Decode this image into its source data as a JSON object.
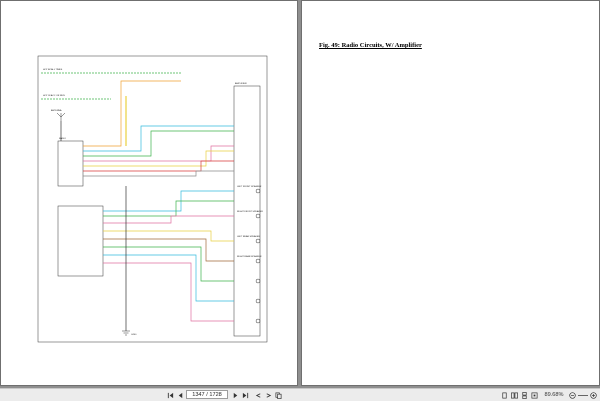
{
  "document": {
    "figure_title": "Fig. 49: Radio Circuits, W/ Amplifier",
    "diagram_labels": [
      "HOT AT ALL TIMES",
      "HOT IN ACC OR RUN",
      "RADIO",
      "AMPLIFIER",
      "LEFT FRONT SPEAKER",
      "RIGHT FRONT SPEAKER",
      "LEFT REAR SPEAKER",
      "RIGHT REAR SPEAKER",
      "ANTENNA",
      "G200"
    ]
  },
  "toolbar": {
    "current_page": "1347",
    "page_separator": "/",
    "total_pages": "1728",
    "zoom": "89.68%"
  },
  "icons": {
    "first": "first-page-icon",
    "prev": "previous-page-icon",
    "next": "next-page-icon",
    "last": "last-page-icon",
    "back": "back-icon",
    "forward": "forward-icon",
    "copy": "copy-icon",
    "single_page": "single-page-view-icon",
    "two_page": "two-page-view-icon",
    "scroll": "continuous-scroll-icon",
    "fit": "fit-page-icon",
    "zoom_out": "zoom-out-icon",
    "zoom_in": "zoom-in-icon"
  },
  "colors": {
    "wire_green": "#3cb44b",
    "wire_cyan": "#33bbdd",
    "wire_orange": "#f0a030",
    "wire_pink": "#e070a0",
    "wire_yellow": "#e8d040",
    "wire_red": "#d83a3a",
    "wire_gray": "#8a8a8a",
    "wire_brown": "#a06a3a"
  }
}
